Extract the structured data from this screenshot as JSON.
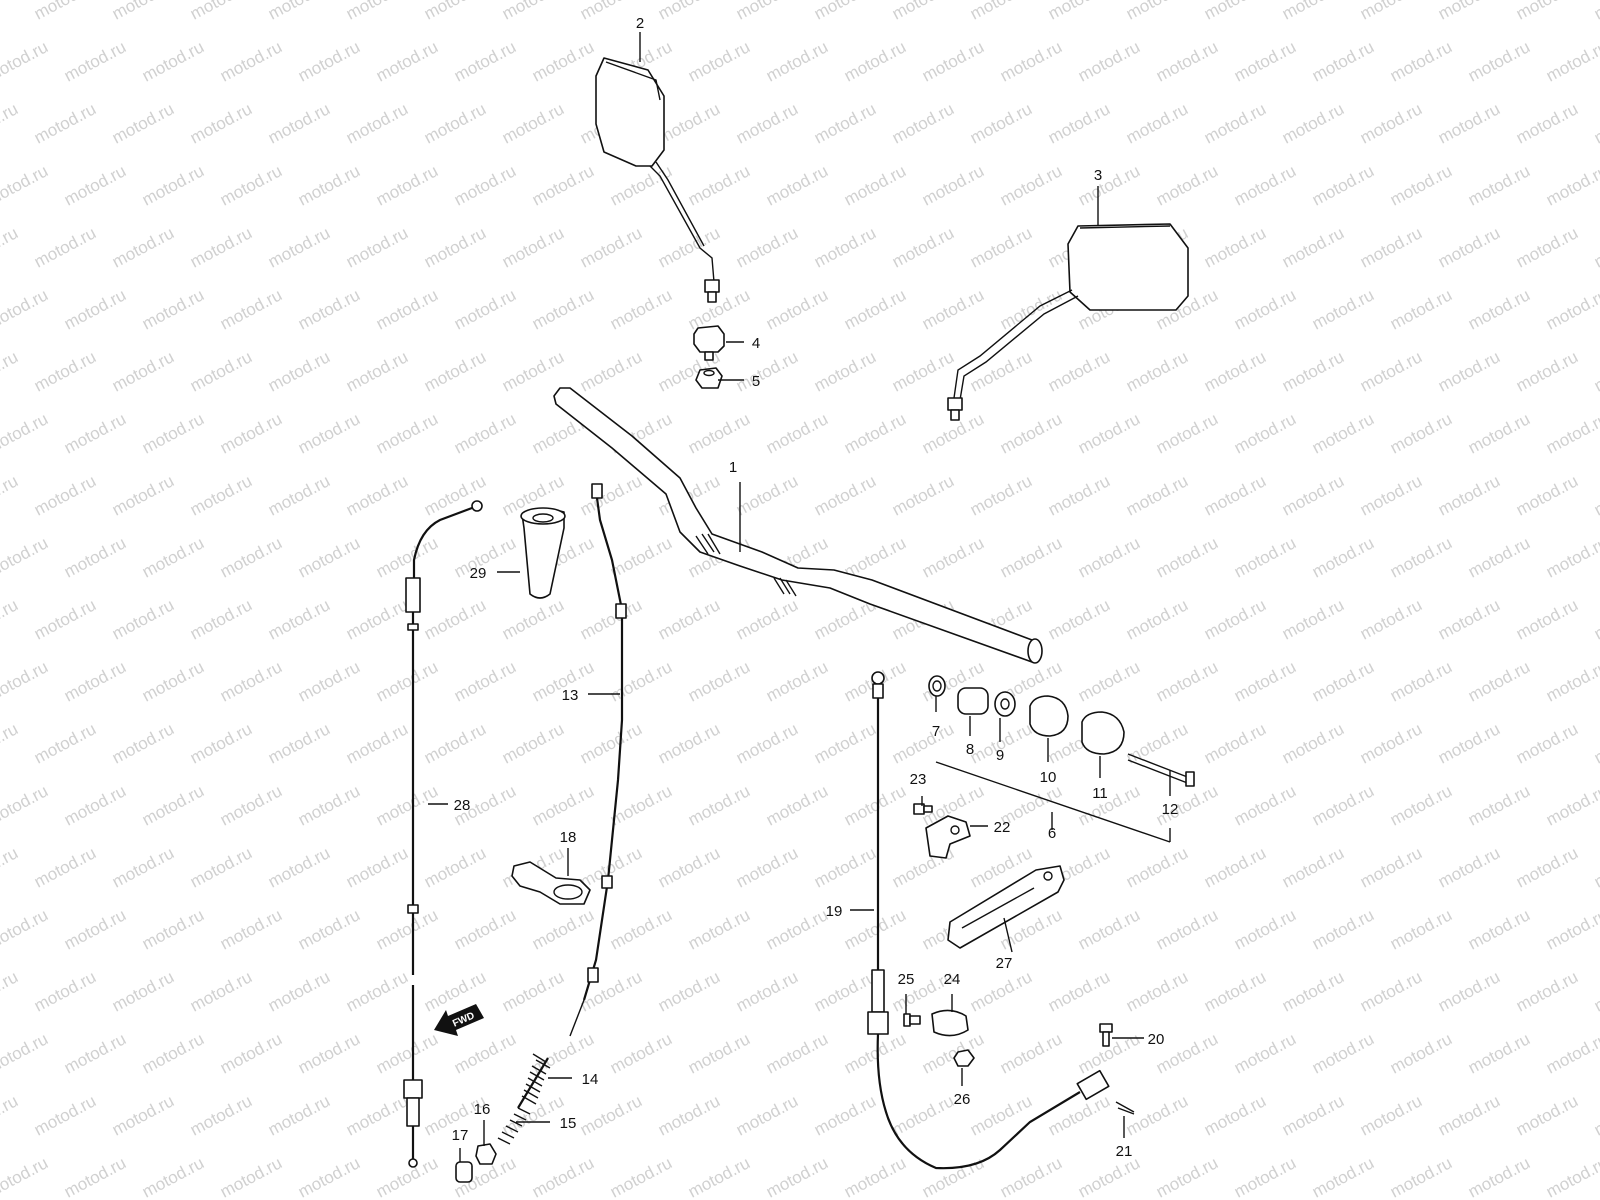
{
  "watermark": "motod.ru",
  "fwd_label": "FWD",
  "callouts": [
    "1",
    "2",
    "3",
    "4",
    "5",
    "6",
    "7",
    "8",
    "9",
    "10",
    "11",
    "12",
    "13",
    "14",
    "15",
    "16",
    "17",
    "18",
    "19",
    "20",
    "21",
    "22",
    "23",
    "24",
    "25",
    "26",
    "27",
    "28",
    "29"
  ],
  "colors": {
    "ink": "#111111",
    "watermark": "#d0d0d0",
    "paper": "#ffffff"
  }
}
